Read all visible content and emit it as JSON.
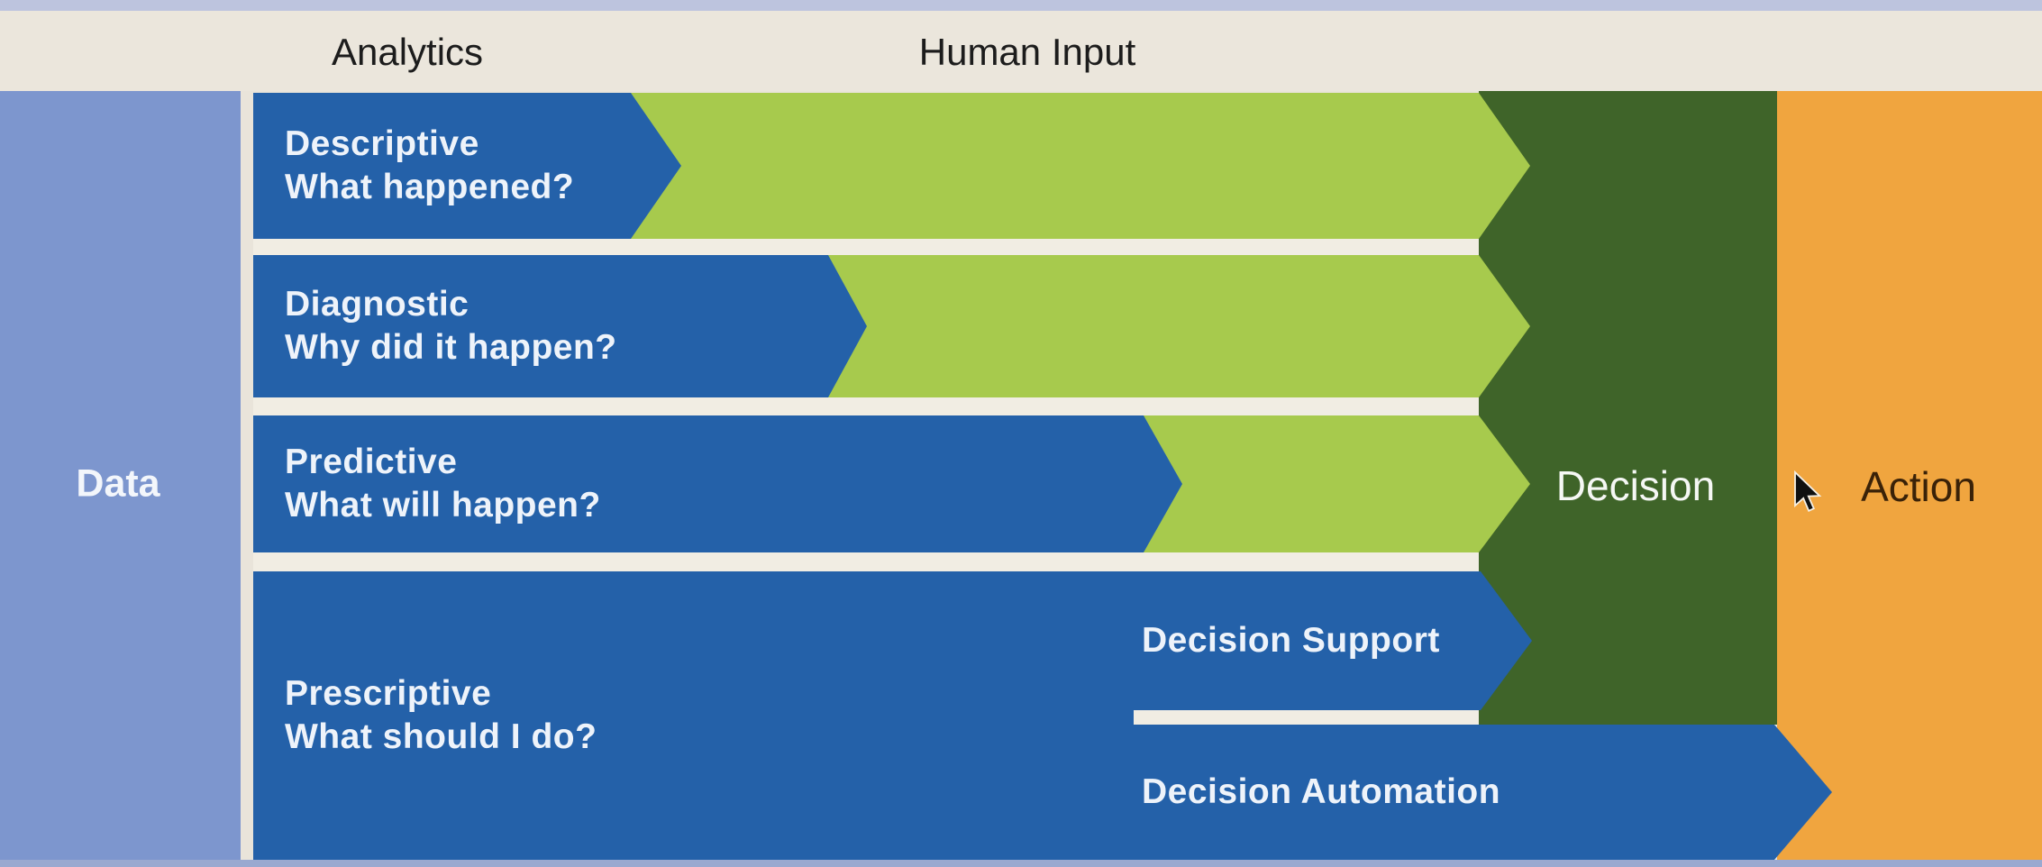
{
  "header": {
    "analytics_label": "Analytics",
    "human_input_label": "Human Input"
  },
  "left_column": {
    "data_label": "Data"
  },
  "right_panels": {
    "decision_label": "Decision",
    "action_label": "Action"
  },
  "analytics_rows": [
    {
      "title": "Descriptive",
      "question": "What happened?"
    },
    {
      "title": "Diagnostic",
      "question": "Why did it happen?"
    },
    {
      "title": "Predictive",
      "question": "What will happen?"
    },
    {
      "title": "Prescriptive",
      "question": "What should I do?"
    }
  ],
  "decision_modes": [
    {
      "label": "Decision Support"
    },
    {
      "label": "Decision Automation"
    }
  ],
  "colors": {
    "arrow_blue": "#2461a9",
    "human_input_green": "#a7ca4d",
    "decision_dark_green": "#3f6429",
    "action_orange": "#f0a53f",
    "data_light_blue": "#7d96ce",
    "header_beige": "#ebe6dc",
    "separator_white": "#f1ede3"
  },
  "cursor": {
    "icon": "mouse-pointer"
  }
}
